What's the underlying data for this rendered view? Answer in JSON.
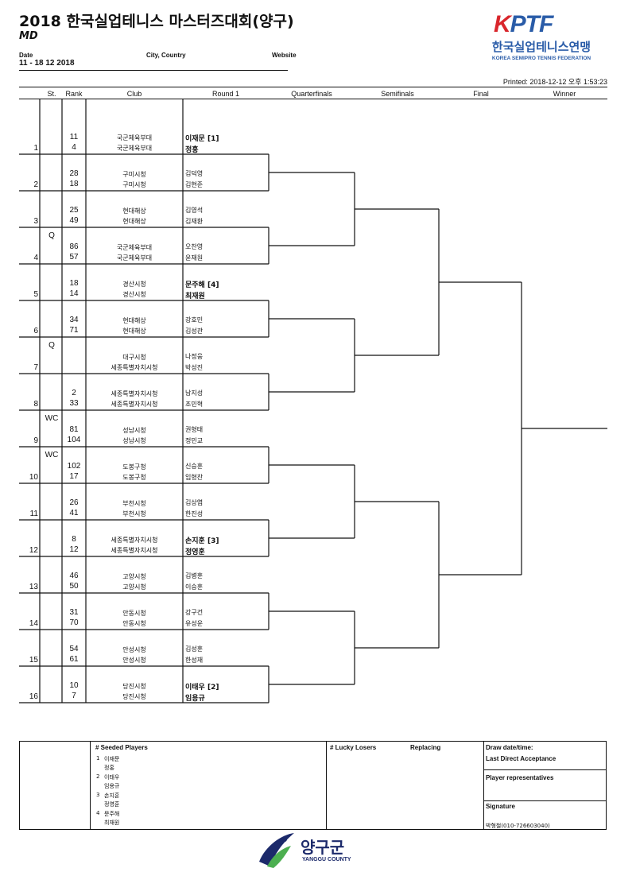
{
  "header": {
    "title": "2018 한국실업테니스 마스터즈대회(양구)",
    "draw": "MD",
    "date_label": "Date",
    "date_value": "11 - 18 12 2018",
    "city_label": "City, Country",
    "website_label": "Website",
    "printed": "Printed: 2018-12-12 오후 1:53:23"
  },
  "logo": {
    "mark_k": "K",
    "mark_ptf": "PTF",
    "korean": "한국실업테니스연맹",
    "english": "KOREA SEMIPRO TENNIS FEDERATION"
  },
  "columns": {
    "st": "St.",
    "rank": "Rank",
    "club": "Club",
    "round1": "Round 1",
    "qf": "Quarterfinals",
    "sf": "Semifinals",
    "final": "Final",
    "winner": "Winner"
  },
  "entries": [
    {
      "pos": "1",
      "st": "",
      "ranks": [
        "11",
        "4"
      ],
      "clubs": [
        "국군체육부대",
        "국군체육부대"
      ],
      "players": [
        "이재문 [1]",
        "정홍"
      ],
      "seeded": true
    },
    {
      "pos": "2",
      "st": "",
      "ranks": [
        "28",
        "18"
      ],
      "clubs": [
        "구미시청",
        "구미시청"
      ],
      "players": [
        "김덕영",
        "김현준"
      ],
      "seeded": false
    },
    {
      "pos": "3",
      "st": "",
      "ranks": [
        "25",
        "49"
      ],
      "clubs": [
        "현대해상",
        "현대해상"
      ],
      "players": [
        "김영석",
        "김재환"
      ],
      "seeded": false
    },
    {
      "pos": "4",
      "st": "Q",
      "ranks": [
        "86",
        "57"
      ],
      "clubs": [
        "국군체육부대",
        "국군체육부대"
      ],
      "players": [
        "오찬영",
        "윤재원"
      ],
      "seeded": false
    },
    {
      "pos": "5",
      "st": "",
      "ranks": [
        "18",
        "14"
      ],
      "clubs": [
        "경산시청",
        "경산시청"
      ],
      "players": [
        "문주해 [4]",
        "최재원"
      ],
      "seeded": true
    },
    {
      "pos": "6",
      "st": "",
      "ranks": [
        "34",
        "71"
      ],
      "clubs": [
        "현대해상",
        "현대해상"
      ],
      "players": [
        "강호민",
        "김성관"
      ],
      "seeded": false
    },
    {
      "pos": "7",
      "st": "Q",
      "ranks": [
        "",
        ""
      ],
      "clubs": [
        "대구시청",
        "세종특별자치시청"
      ],
      "players": [
        "나정웅",
        "박성진"
      ],
      "seeded": false
    },
    {
      "pos": "8",
      "st": "",
      "ranks": [
        "2",
        "33"
      ],
      "clubs": [
        "세종특별자치시청",
        "세종특별자치시청"
      ],
      "players": [
        "남지성",
        "조민혁"
      ],
      "seeded": false
    },
    {
      "pos": "9",
      "st": "WC",
      "ranks": [
        "81",
        "104"
      ],
      "clubs": [
        "성남시청",
        "성남시청"
      ],
      "players": [
        "권형태",
        "정민교"
      ],
      "seeded": false
    },
    {
      "pos": "10",
      "st": "WC",
      "ranks": [
        "102",
        "17"
      ],
      "clubs": [
        "도봉구청",
        "도봉구청"
      ],
      "players": [
        "신승훈",
        "임형찬"
      ],
      "seeded": false
    },
    {
      "pos": "11",
      "st": "",
      "ranks": [
        "26",
        "41"
      ],
      "clubs": [
        "부천시청",
        "부천시청"
      ],
      "players": [
        "김상엽",
        "한진성"
      ],
      "seeded": false
    },
    {
      "pos": "12",
      "st": "",
      "ranks": [
        "8",
        "12"
      ],
      "clubs": [
        "세종특별자치시청",
        "세종특별자치시청"
      ],
      "players": [
        "손지훈 [3]",
        "정영훈"
      ],
      "seeded": true
    },
    {
      "pos": "13",
      "st": "",
      "ranks": [
        "46",
        "50"
      ],
      "clubs": [
        "고양시청",
        "고양시청"
      ],
      "players": [
        "김병훈",
        "이승훈"
      ],
      "seeded": false
    },
    {
      "pos": "14",
      "st": "",
      "ranks": [
        "31",
        "70"
      ],
      "clubs": [
        "안동시청",
        "안동시청"
      ],
      "players": [
        "강구건",
        "유성운"
      ],
      "seeded": false
    },
    {
      "pos": "15",
      "st": "",
      "ranks": [
        "54",
        "61"
      ],
      "clubs": [
        "안성시청",
        "안성시청"
      ],
      "players": [
        "김성훈",
        "한성재"
      ],
      "seeded": false
    },
    {
      "pos": "16",
      "st": "",
      "ranks": [
        "10",
        "7"
      ],
      "clubs": [
        "당진시청",
        "당진시청"
      ],
      "players": [
        "이태우 [2]",
        "임용규"
      ],
      "seeded": true
    }
  ],
  "footer": {
    "seeded_header": "#  Seeded Players",
    "seeded": [
      {
        "num": "1",
        "p1": "이재문",
        "p2": "정홍"
      },
      {
        "num": "2",
        "p1": "이태우",
        "p2": "임용규"
      },
      {
        "num": "3",
        "p1": "손지훈",
        "p2": "정영훈"
      },
      {
        "num": "4",
        "p1": "문주해",
        "p2": "최재원"
      }
    ],
    "lucky_header": "# Lucky Losers",
    "replacing_header": "Replacing",
    "draw_date": "Draw date/time:",
    "last_direct": "Last Direct Acceptance",
    "player_reps": "Player representatives",
    "signature": "Signature",
    "signer": "박형철(010-726603040)"
  },
  "bottom_logo": {
    "korean": "양구군",
    "english": "YANGGU COUNTY"
  },
  "colors": {
    "logo_red": "#d9262c",
    "logo_blue": "#2a5ca8",
    "county_navy": "#1c2a6b",
    "county_green": "#4caf50"
  }
}
